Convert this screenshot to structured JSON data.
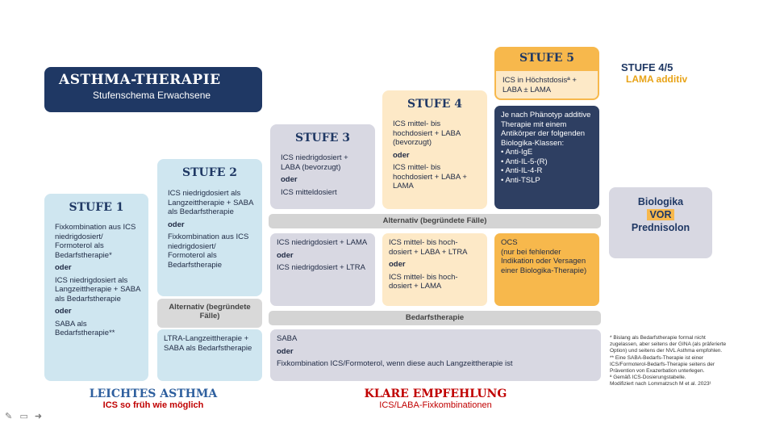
{
  "title": {
    "main": "ASTHMA-THERAPIE",
    "sub": "Stufenschema Erwachsene"
  },
  "stufe45_label": {
    "title": "STUFE 4/5",
    "sub": "LAMA additiv"
  },
  "steps": {
    "s1": {
      "label": "STUFE 1"
    },
    "s2": {
      "label": "STUFE 2"
    },
    "s3": {
      "label": "STUFE 3"
    },
    "s4": {
      "label": "STUFE 4"
    },
    "s5": {
      "label": "STUFE 5"
    }
  },
  "s1_box": {
    "a": "Fixkombination aus ICS niedrigdosiert/ Formoterol als Bedarfstherapie*",
    "oder1": "oder",
    "b": "ICS niedrigdosiert als Langzeittherapie + SABA als Bedarfstherapie",
    "oder2": "oder",
    "c": "SABA als Bedarfstherapie**"
  },
  "s2_box": {
    "a": "ICS niedrigdosiert als Langzeittherapie + SABA als Bedarfstherapie",
    "oder": "oder",
    "b": "Fixkombination aus ICS niedrigdosiert/ Formoterol als Bedarfstherapie"
  },
  "s2_alt": "Alternativ (begründete Fälle)",
  "s2_alt_box": "LTRA-Langzeittherapie + SABA als Bedarfstherapie",
  "s3_box": {
    "a": "ICS niedrigdosiert + LABA (bevorzugt)",
    "oder": "oder",
    "b": "ICS mitteldosiert"
  },
  "s4_box": {
    "a": "ICS mittel- bis hochdosiert + LABA (bevorzugt)",
    "oder": "oder",
    "b": "ICS mittel- bis hochdosiert + LABA + LAMA"
  },
  "s5_box": {
    "a": "ICS in Höchstdosisª + LABA ± LAMA"
  },
  "s5_navy": {
    "intro": "Je nach Phänotyp additive Therapie mit einem Antikörper der folgenden Biologika-Klassen:",
    "items": [
      "• Anti-IgE",
      "• Anti-IL-5-(R)",
      "• Anti-IL-4-R",
      "• Anti-TSLP"
    ]
  },
  "alt_bar": "Alternativ (begründete Fälle)",
  "s3_alt": {
    "a": "ICS niedrigdosiert + LAMA",
    "oder1": "oder",
    "b": "ICS niedrigdosiert + LTRA"
  },
  "s4_alt": {
    "a": "ICS mittel- bis hoch-dosiert + LABA + LTRA",
    "oder": "oder",
    "b": "ICS mittel- bis hoch-dosiert + LAMA"
  },
  "s5_alt": {
    "a": "OCS",
    "b": "(nur bei fehlender Indikation oder Versagen einer Biologika-Therapie)"
  },
  "bedarf_bar": "Bedarfstherapie",
  "bedarf_box": {
    "a": "SABA",
    "oder": "oder",
    "b": "Fixkombination ICS/Formoterol, wenn diese auch Langzeittherapie ist"
  },
  "biologika": {
    "l1": "Biologika",
    "l2": "VOR",
    "l3": "Prednisolon"
  },
  "footer": {
    "left_title": "LEICHTES ASTHMA",
    "left_sub": "ICS so früh wie möglich",
    "mid_title": "KLARE EMPFEHLUNG",
    "mid_sub": "ICS/LABA-Fixkombinationen"
  },
  "notes": [
    "* Bislang als Bedarfstherapie formal nicht zugelassen, aber seitens der GINA (als präferierte Option) und seitens der NVL Asthma empfohlen.",
    "** Eine SABA-Bedarfs-Therapie ist einer ICS/Formoterol-Bedarfs-Therapie seitens der Prävention von Exazerbation unterlegen.",
    "ª Gemäß ICS-Dosierungstabelle.",
    "Modifiziert nach Lommatzsch M et al. 2023¹"
  ],
  "colors": {
    "navy": "#1f3864",
    "blue": "#cfe6f0",
    "orange": "#f7b84c",
    "peach": "#fde9c7",
    "red": "#c00000"
  },
  "icons": [
    "pen-icon",
    "monitor-icon",
    "arrow-right-icon"
  ]
}
